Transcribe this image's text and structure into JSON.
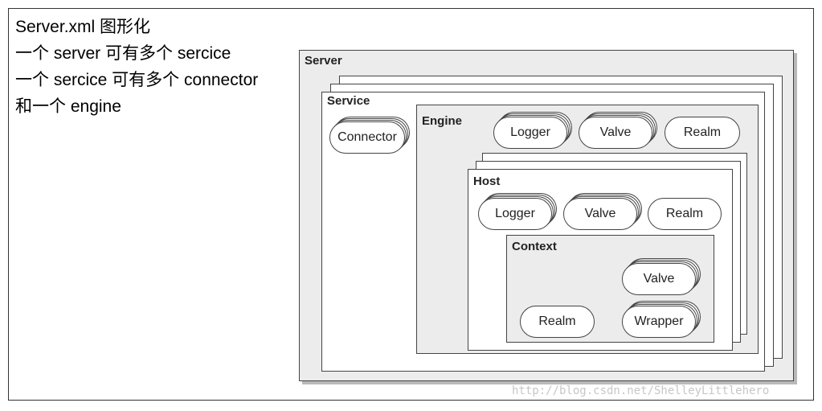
{
  "notes": [
    "Server.xml 图形化",
    "一个 server 可有多个 sercice",
    "一个 sercice 可有多个 connector",
    "和一个 engine"
  ],
  "diagram": {
    "server_label": "Server",
    "service_label": "Service",
    "connector_label": "Connector",
    "engine_label": "Engine",
    "engine_components": [
      "Logger",
      "Valve",
      "Realm"
    ],
    "host_label": "Host",
    "host_components": [
      "Logger",
      "Valve",
      "Realm"
    ],
    "context_label": "Context",
    "context_components": [
      "Valve",
      "Realm",
      "Wrapper"
    ]
  },
  "watermark": "http://blog.csdn.net/ShelleyLittlehero"
}
